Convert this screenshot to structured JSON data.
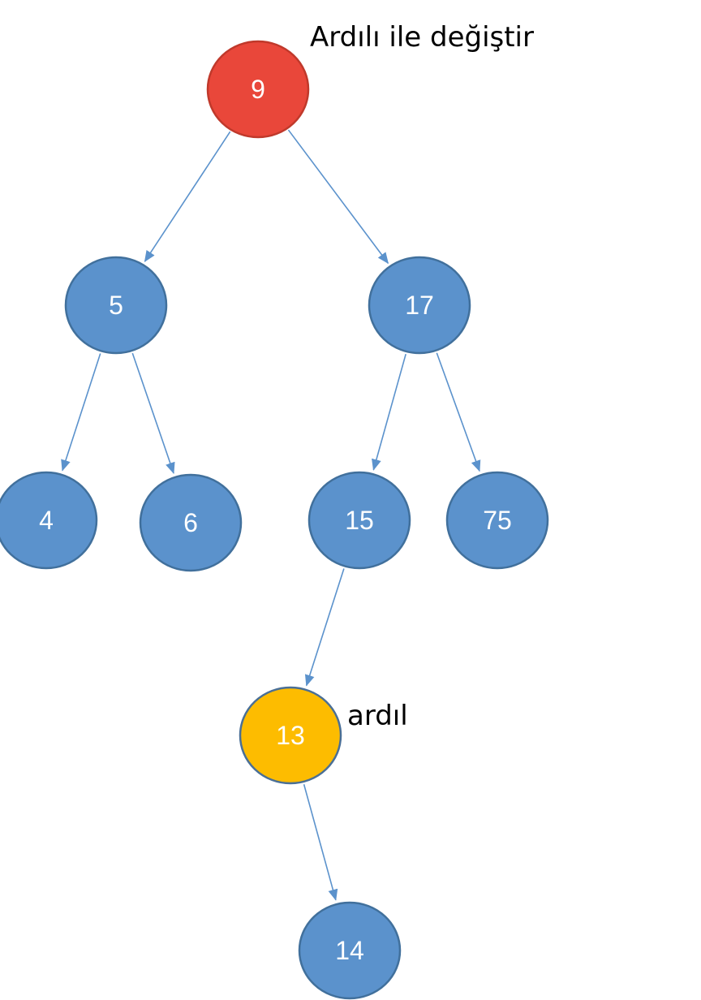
{
  "diagram": {
    "type": "binary-search-tree",
    "title": "Ardılı ile değiştir",
    "colors": {
      "node_fill": "#5b92cc",
      "node_stroke": "#41709c",
      "highlight_removed_fill": "#e9473a",
      "highlight_removed_stroke": "#c0392b",
      "highlight_successor_fill": "#fdbc00",
      "highlight_successor_stroke": "#4a6f96",
      "edge": "#5b92cc",
      "label": "#ffffff"
    },
    "nodes": [
      {
        "id": "n9",
        "label": "9",
        "role": "removed"
      },
      {
        "id": "n5",
        "label": "5",
        "role": "normal"
      },
      {
        "id": "n17",
        "label": "17",
        "role": "normal"
      },
      {
        "id": "n4",
        "label": "4",
        "role": "normal"
      },
      {
        "id": "n6",
        "label": "6",
        "role": "normal"
      },
      {
        "id": "n15",
        "label": "15",
        "role": "normal"
      },
      {
        "id": "n75",
        "label": "75",
        "role": "normal"
      },
      {
        "id": "n13",
        "label": "13",
        "role": "successor"
      },
      {
        "id": "n14",
        "label": "14",
        "role": "normal"
      }
    ],
    "edges": [
      {
        "from": "n9",
        "to": "n5"
      },
      {
        "from": "n9",
        "to": "n17"
      },
      {
        "from": "n5",
        "to": "n4"
      },
      {
        "from": "n5",
        "to": "n6"
      },
      {
        "from": "n17",
        "to": "n15"
      },
      {
        "from": "n17",
        "to": "n75"
      },
      {
        "from": "n15",
        "to": "n13"
      },
      {
        "from": "n13",
        "to": "n14"
      }
    ],
    "annotations": {
      "successor_label": "ardıl"
    }
  }
}
